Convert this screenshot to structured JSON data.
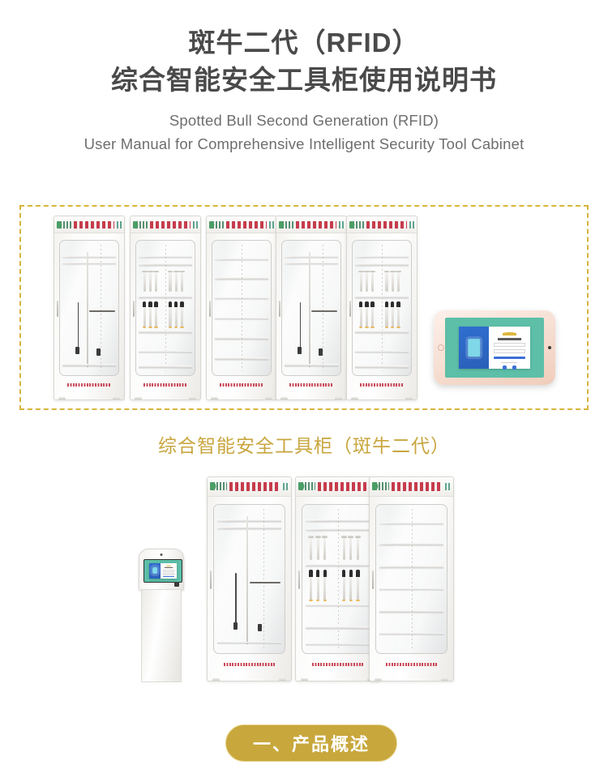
{
  "header": {
    "title_line1": "斑牛二代（RFID）",
    "title_line2": "综合智能安全工具柜使用说明书",
    "subtitle_line1": "Spotted Bull Second Generation (RFID)",
    "subtitle_line2": "User Manual for Comprehensive Intelligent Security Tool Cabinet"
  },
  "showcase": {
    "caption": "综合智能安全工具柜（斑牛二代）",
    "border_color": "#d8b43c",
    "cabinets": [
      {
        "id": "cabinet-1",
        "header_label": "全智能工具柜",
        "footer_label": "河北圣能电力科技股份有限公司",
        "contents": "hanging-rod-and-cable"
      },
      {
        "id": "cabinet-2",
        "header_label": "全智能工具柜",
        "footer_label": "河北圣能电力科技股份有限公司",
        "contents": "insulated-tools"
      },
      {
        "id": "cabinet-3",
        "header_label": "全智能工具柜",
        "footer_label": "河北圣能电力科技股份有限公司",
        "contents": "empty-shelves"
      },
      {
        "id": "cabinet-4",
        "header_label": "全智能工具柜",
        "footer_label": "河北圣能电力科技股份有限公司",
        "contents": "hanging-rod-and-cable"
      },
      {
        "id": "cabinet-5",
        "header_label": "全智能工具柜",
        "footer_label": "河北圣能电力科技股份有限公司",
        "contents": "insulated-tools"
      }
    ],
    "tablet": {
      "screen_bg": "#5dbfa8",
      "app": "login-screen"
    }
  },
  "lower": {
    "kiosk": {
      "screen_bg": "#5dbfa8",
      "app": "login-screen"
    },
    "cabinets": [
      {
        "id": "lower-cabinet-1",
        "header_label": "全智能工具柜",
        "footer_label": "河北圣能电力科技股份有限公司",
        "contents": "hanging-rod-and-cable"
      },
      {
        "id": "lower-cabinet-2",
        "header_label": "全智能工具柜",
        "footer_label": "河北圣能电力科技股份有限公司",
        "contents": "insulated-tools"
      },
      {
        "id": "lower-cabinet-3",
        "header_label": "全智能工具柜",
        "footer_label": "河北圣能电力科技股份有限公司",
        "contents": "empty-shelves"
      }
    ]
  },
  "section_button": {
    "label": "一、产品概述",
    "bg_color": "#c8a73c",
    "text_color": "#ffffff"
  }
}
